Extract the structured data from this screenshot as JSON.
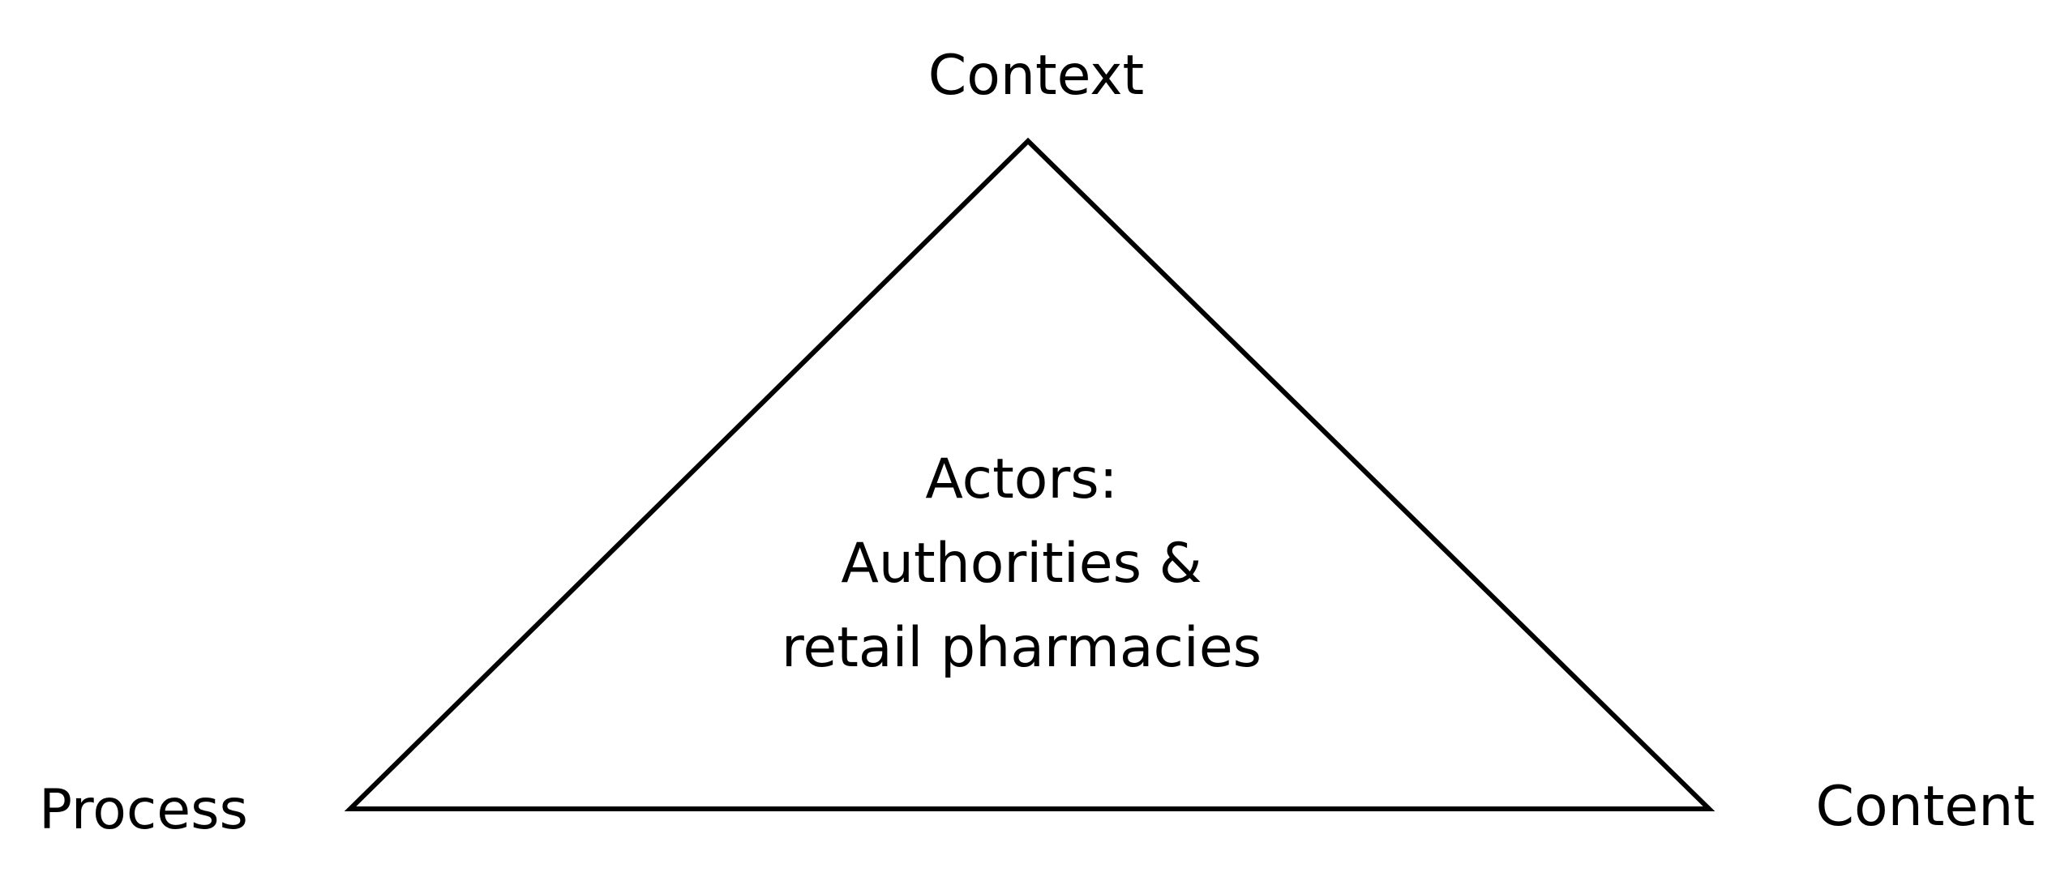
{
  "diagram": {
    "top_label": "Context",
    "left_label": "Process",
    "right_label": "Content",
    "center_lines": [
      "Actors:",
      "Authorities &",
      "retail pharmacies"
    ],
    "colors": {
      "stroke": "#000000",
      "background": "#ffffff",
      "text": "#000000"
    }
  }
}
